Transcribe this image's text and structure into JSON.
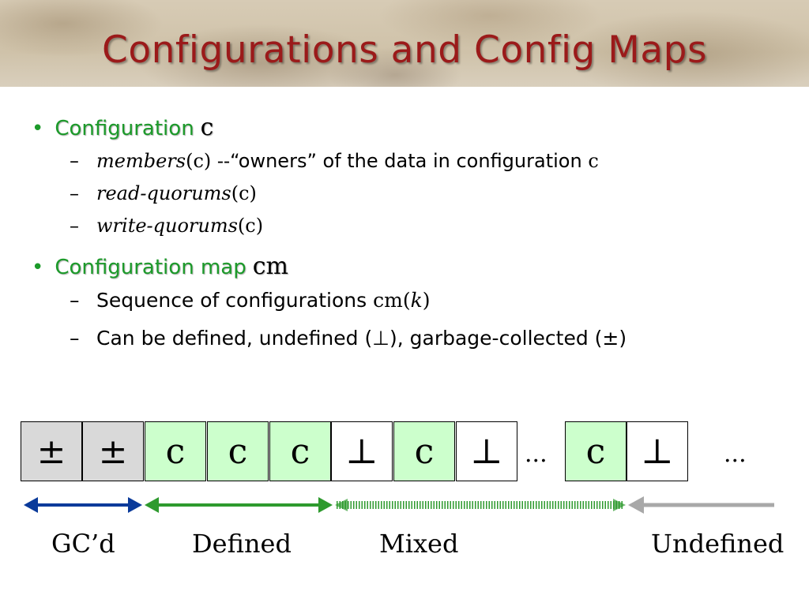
{
  "title": "Configurations and Config Maps",
  "bullets": [
    {
      "label": "Configuration",
      "symbol": "c",
      "subitems": [
        {
          "dash": "–",
          "italic": "members",
          "rest": "(c) --",
          "quote": "“owners” of the data in configuration",
          "tail": "c"
        },
        {
          "dash": "–",
          "italic": "read-quorums",
          "rest": "(c)"
        },
        {
          "dash": "–",
          "italic": "write-quorums",
          "rest": "(c)"
        }
      ]
    },
    {
      "label": "Configuration map",
      "symbol": "cm",
      "subitems": [
        {
          "dash": "–",
          "text": "Sequence of configurations",
          "tail_pre": "cm(",
          "tail_it": "k",
          "tail_post": ")"
        },
        {
          "dash": "–",
          "text": "Can be defined, undefined (⊥), garbage-collected (±)"
        }
      ]
    }
  ],
  "map_cells": [
    "±",
    "±",
    "c",
    "c",
    "c",
    "⊥",
    "c",
    "⊥",
    "c",
    "⊥"
  ],
  "ellipsis": "...",
  "ellipsis_end": "...",
  "region_labels": {
    "gc": "GC’d",
    "defined": "Defined",
    "mixed": "Mixed",
    "undefined": "Undefined"
  },
  "colors": {
    "title": "#9b1a1a",
    "bullet_label": "#1c9a2a",
    "cell_gc": "#d9d9d9",
    "cell_defined": "#ccffcc",
    "cell_undefined": "#ffffff",
    "arrow_gc": "#0a3a9a",
    "arrow_defined": "#2e9a2e",
    "arrow_mixed": "#2e9a2e",
    "arrow_undefined": "#a8a8a8"
  }
}
